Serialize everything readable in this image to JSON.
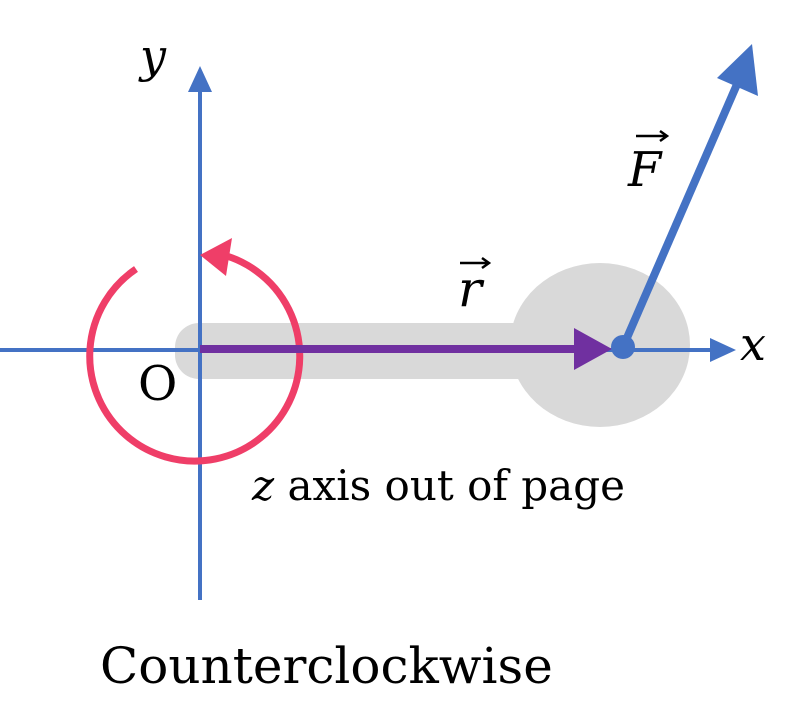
{
  "labels": {
    "y_axis": "y",
    "x_axis": "x",
    "origin": "O",
    "force_vector": "F",
    "position_vector": "r",
    "z_axis_variable": "z",
    "z_axis_text": " axis out of page",
    "caption": "Counterclockwise"
  },
  "colors": {
    "axis": "#4472C4",
    "rotation_arrow": "#EF3E68",
    "position_vector": "#7030A0",
    "body": "#D9D9D9",
    "text": "#000000"
  },
  "icons": {
    "rotation": "counterclockwise-arrow-icon",
    "vector_hat": "vector-arrow-icon"
  }
}
